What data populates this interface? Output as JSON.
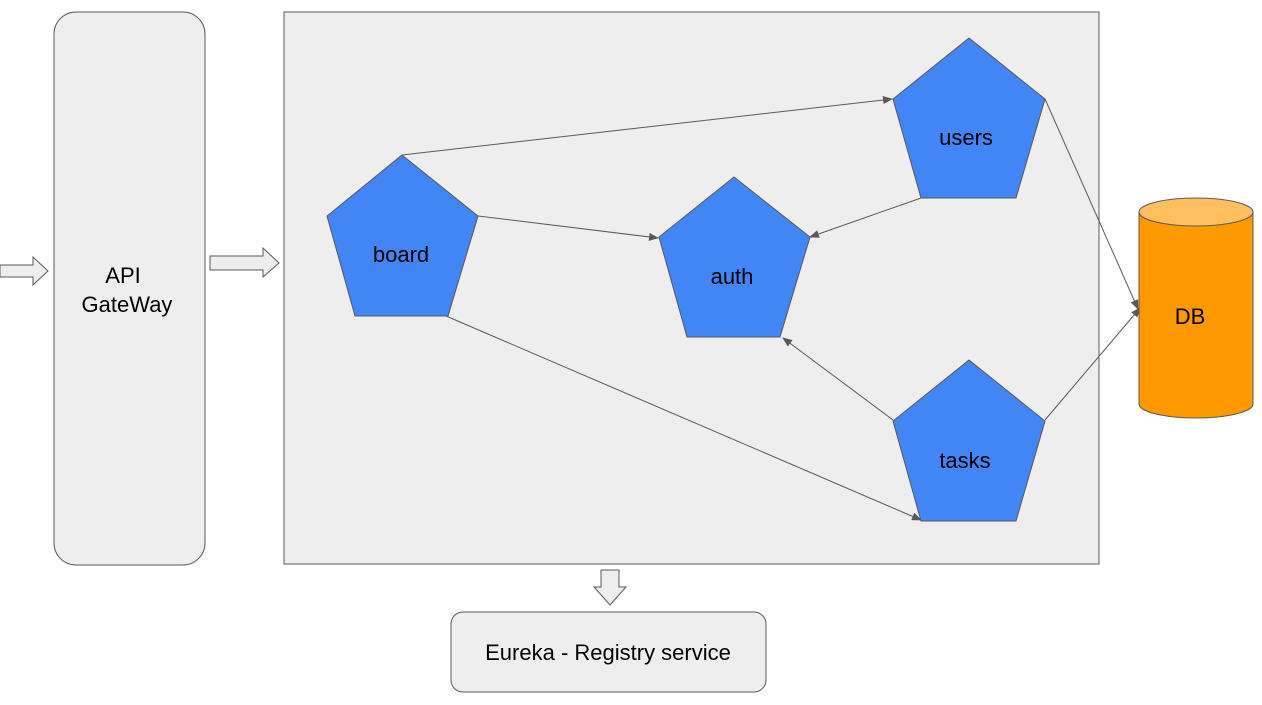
{
  "nodes": {
    "gateway_line1": "API",
    "gateway_line2": "GateWay",
    "board": "board",
    "auth": "auth",
    "users": "users",
    "tasks": "tasks",
    "db": "DB",
    "registry": "Eureka - Registry service"
  },
  "colors": {
    "service_fill": "#4285F4",
    "db_fill": "#FF9900",
    "db_top": "#FFBF5E",
    "panel_fill": "#EEEEEE",
    "edge": "#595959"
  }
}
